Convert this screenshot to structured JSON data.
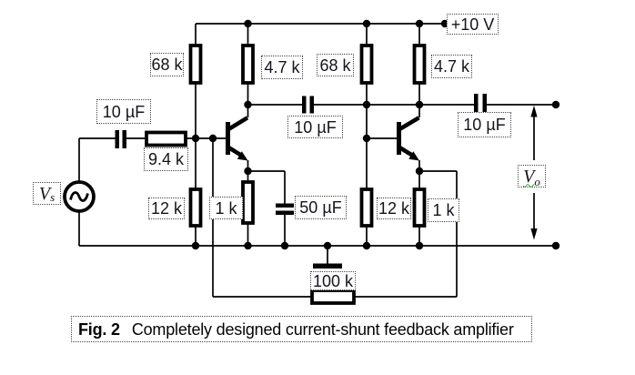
{
  "colors": {
    "ink": "#000000",
    "text": "#14141e",
    "border": "#454545",
    "background": "#ffffff",
    "squiggle": "#3aa23a"
  },
  "supply": {
    "label": "+10 V"
  },
  "source": {
    "symbol": "V",
    "subscript": "s"
  },
  "output": {
    "symbol": "V",
    "subscript": "o"
  },
  "resistors": {
    "bias_top_1": "68 k",
    "collector_1": "4.7 k",
    "bias_top_2": "68 k",
    "collector_2": "4.7 k",
    "series_input": "9.4 k",
    "bias_bottom_1": "12 k",
    "emitter_1": "1 k",
    "bias_bottom_2": "12 k",
    "emitter_2": "1 k",
    "feedback": "100 k"
  },
  "capacitors": {
    "input": "10 µF",
    "interstage": "10 µF",
    "output": "10 µF",
    "bypass": "50 µF"
  },
  "caption": {
    "figure": "Fig. 2",
    "title": "Completely designed current-shunt feedback amplifier"
  }
}
